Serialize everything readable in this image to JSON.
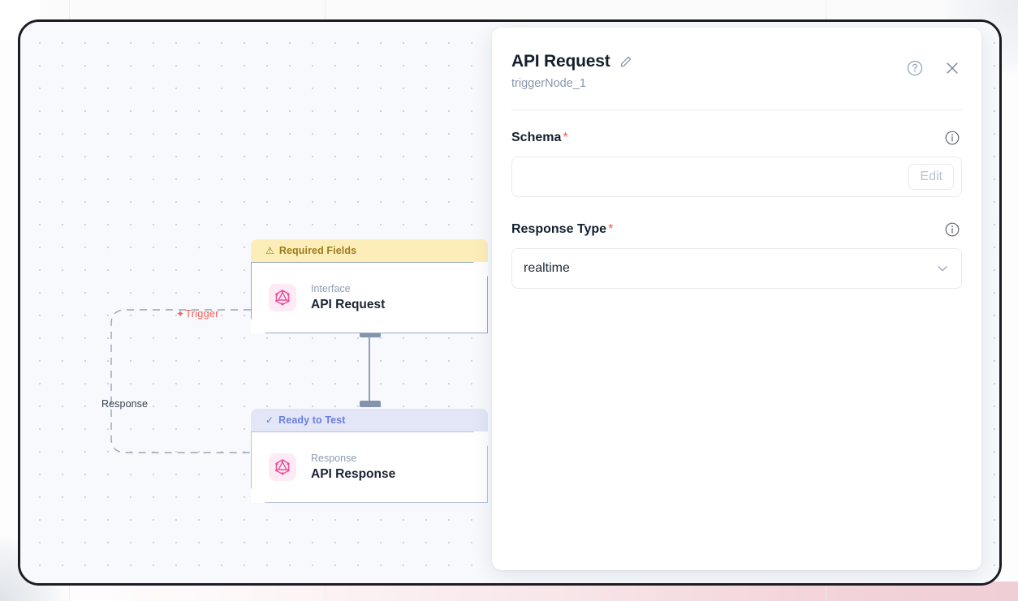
{
  "canvas": {
    "edges": [
      {
        "id": "trigger",
        "label": "Trigger",
        "icon": "lightning-bolt-icon",
        "color": "#f4615c"
      },
      {
        "id": "response",
        "label": "Response",
        "color": "#3a4250"
      }
    ],
    "nodes": [
      {
        "id": "api-request",
        "banner": {
          "text": "Required Fields",
          "glyph": "⚠",
          "icon": "warning-triangle-icon",
          "bg": "#fdeeb9",
          "fg": "#9a7b1e"
        },
        "icon": "graphql-icon",
        "kicker": "Interface",
        "title": "API Request"
      },
      {
        "id": "api-response",
        "banner": {
          "text": "Ready to Test",
          "glyph": "✓",
          "icon": "check-icon",
          "bg": "#e2e6f7",
          "fg": "#6b7fdc"
        },
        "icon": "graphql-icon",
        "kicker": "Response",
        "title": "API Response"
      }
    ]
  },
  "panel": {
    "title": "API Request",
    "subtitle": "triggerNode_1",
    "edit_title_icon": "pencil-icon",
    "help_icon": "question-circle-icon",
    "close_icon": "close-icon",
    "fields": [
      {
        "id": "schema",
        "label": "Schema",
        "required_marker": "*",
        "info_icon": "info-circle-icon",
        "value": "",
        "action_label": "Edit",
        "action_disabled": true
      },
      {
        "id": "response-type",
        "label": "Response Type",
        "required_marker": "*",
        "info_icon": "info-circle-icon",
        "value": "realtime",
        "chevron_icon": "chevron-down-icon",
        "options": [
          "realtime"
        ]
      }
    ]
  },
  "theme": {
    "accent_pink": "#e9509a",
    "required_red": "#f4564c",
    "trigger_red": "#f4615c",
    "warning_bg": "#fdeeb9",
    "ready_bg": "#e2e6f7",
    "canvas_bg": "#f7f9fc",
    "frame_border": "#1c1c22"
  }
}
